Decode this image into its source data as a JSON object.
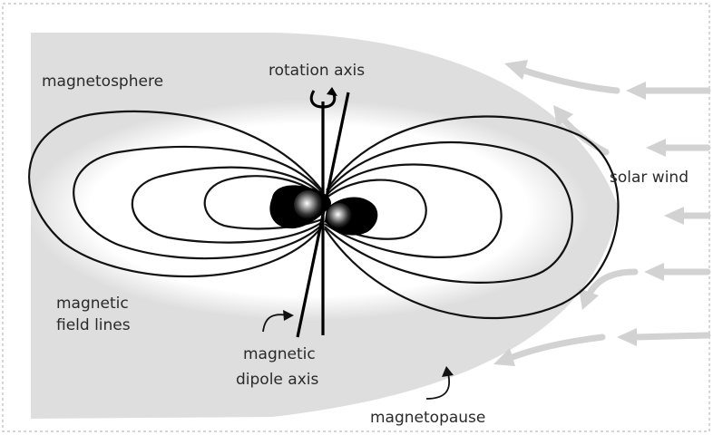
{
  "labels": {
    "magnetosphere": "magnetosphere",
    "rotation_axis": "rotation axis",
    "solar_wind": "solar wind",
    "field_lines_1": "magnetic",
    "field_lines_2": "field lines",
    "dipole_axis_1": "magnetic",
    "dipole_axis_2": "dipole axis",
    "magnetopause": "magnetopause"
  },
  "colors": {
    "magnetosphere_fill": "#dedede",
    "inner_glow": "#ffffff",
    "field_line": "#111111",
    "solar_wind_arrow": "#d2d2d2"
  }
}
